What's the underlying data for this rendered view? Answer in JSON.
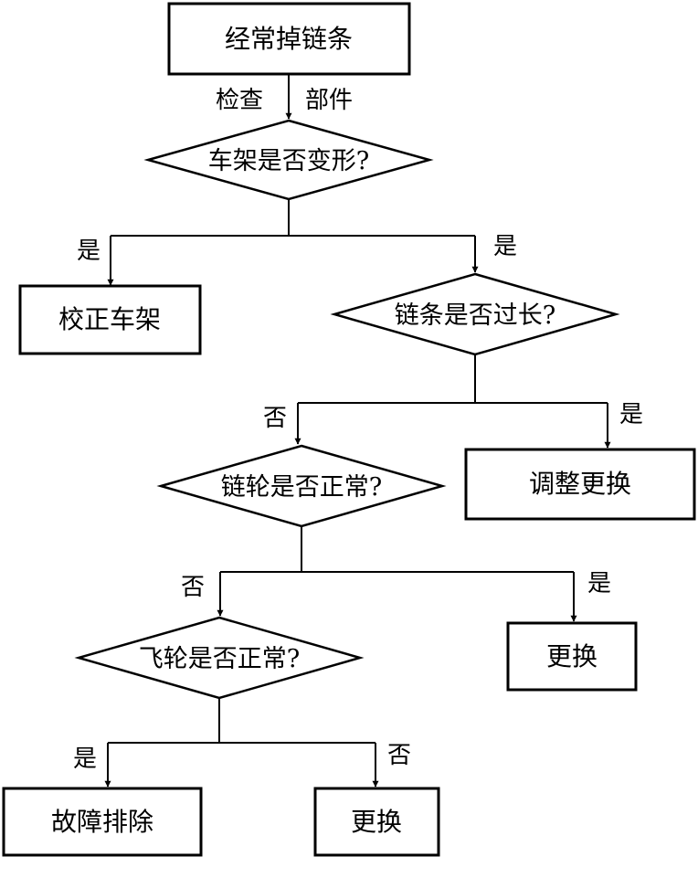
{
  "flowchart": {
    "start": "经常掉链条",
    "check_labels": {
      "left": "检查",
      "right": "部件"
    },
    "q1": "车架是否变形?",
    "q1_yes_left": "是",
    "q1_yes_right": "是",
    "action_fix_frame": "校正车架",
    "q2": "链条是否过长?",
    "q2_no": "否",
    "q2_yes": "是",
    "action_adjust_replace": "调整更换",
    "q3": "链轮是否正常?",
    "q3_no": "否",
    "q3_yes": "是",
    "action_replace_1": "更换",
    "q4": "飞轮是否正常?",
    "q4_yes": "是",
    "q4_no": "否",
    "action_troubleshoot": "故障排除",
    "action_replace_2": "更换"
  }
}
